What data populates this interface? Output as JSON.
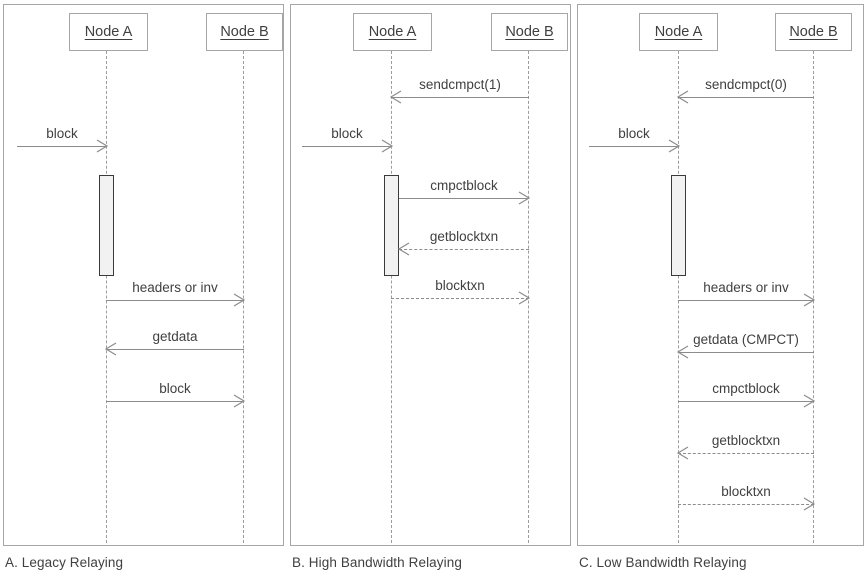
{
  "diagram": {
    "title_visible": false,
    "stroke_color": "#8c8c8c",
    "lifeline_color": "#9c9c9c",
    "activation_fill": "#f2f2f2",
    "activation_border": "#3a3a3a",
    "text_color": "#404040"
  },
  "panels": [
    {
      "id": "a",
      "caption": "A. Legacy Relaying",
      "participants": [
        {
          "name": "Node A"
        },
        {
          "name": "Node B"
        }
      ],
      "messages": [
        {
          "label": "block",
          "from": "external",
          "to": "Node A",
          "style": "solid"
        },
        {
          "label": "headers or inv",
          "from": "Node A",
          "to": "Node B",
          "style": "solid"
        },
        {
          "label": "getdata",
          "from": "Node B",
          "to": "Node A",
          "style": "solid"
        },
        {
          "label": "block",
          "from": "Node A",
          "to": "Node B",
          "style": "solid"
        }
      ]
    },
    {
      "id": "b",
      "caption": "B. High Bandwidth Relaying",
      "participants": [
        {
          "name": "Node A"
        },
        {
          "name": "Node B"
        }
      ],
      "messages": [
        {
          "label": "sendcmpct(1)",
          "from": "Node B",
          "to": "Node A",
          "style": "solid"
        },
        {
          "label": "block",
          "from": "external",
          "to": "Node A",
          "style": "solid"
        },
        {
          "label": "cmpctblock",
          "from": "Node A",
          "to": "Node B",
          "style": "solid"
        },
        {
          "label": "getblocktxn",
          "from": "Node B",
          "to": "Node A",
          "style": "dashed"
        },
        {
          "label": "blocktxn",
          "from": "Node A",
          "to": "Node B",
          "style": "dashed"
        }
      ]
    },
    {
      "id": "c",
      "caption": "C. Low Bandwidth Relaying",
      "participants": [
        {
          "name": "Node A"
        },
        {
          "name": "Node B"
        }
      ],
      "messages": [
        {
          "label": "sendcmpct(0)",
          "from": "Node B",
          "to": "Node A",
          "style": "solid"
        },
        {
          "label": "block",
          "from": "external",
          "to": "Node A",
          "style": "solid"
        },
        {
          "label": "headers or inv",
          "from": "Node A",
          "to": "Node B",
          "style": "solid"
        },
        {
          "label": "getdata (CMPCT)",
          "from": "Node B",
          "to": "Node A",
          "style": "solid"
        },
        {
          "label": "cmpctblock",
          "from": "Node A",
          "to": "Node B",
          "style": "solid"
        },
        {
          "label": "getblocktxn",
          "from": "Node B",
          "to": "Node A",
          "style": "dashed"
        },
        {
          "label": "blocktxn",
          "from": "Node A",
          "to": "Node B",
          "style": "dashed"
        }
      ]
    }
  ]
}
